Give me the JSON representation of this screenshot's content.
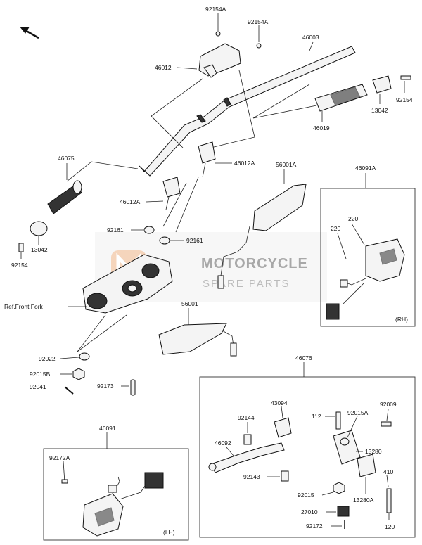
{
  "labels": {
    "p92154A_1": "92154A",
    "p92154A_2": "92154A",
    "p46003": "46003",
    "p46012": "46012",
    "p46019": "46019",
    "p13042_r": "13042",
    "p92154_r": "92154",
    "p46075": "46075",
    "p46012A_1": "46012A",
    "p46012A_2": "46012A",
    "p56001A": "56001A",
    "p46091A": "46091A",
    "p220_1": "220",
    "p220_2": "220",
    "rh": "(RH)",
    "p92161_1": "92161",
    "p92161_2": "92161",
    "p13042_l": "13042",
    "p92154_l": "92154",
    "ref_fork": "Ref.Front Fork",
    "p56001": "56001",
    "p92022": "92022",
    "p92015B": "92015B",
    "p92041": "92041",
    "p92173": "92173",
    "p46076": "46076",
    "p43094": "43094",
    "p112": "112",
    "p92015A": "92015A",
    "p92009": "92009",
    "p92144": "92144",
    "p46092": "46092",
    "p13280": "13280",
    "p92143": "92143",
    "p410": "410",
    "p92015": "92015",
    "p13280A": "13280A",
    "p27010": "27010",
    "p92172": "92172",
    "p120": "120",
    "p46091": "46091",
    "p92172A": "92172A",
    "lh": "(LH)"
  },
  "watermark": {
    "line1": "MOTORCYCLE",
    "line2": "SPARE PARTS",
    "accent": "#f0a068"
  },
  "icons": {
    "direction": "arrow-up-left-icon"
  }
}
